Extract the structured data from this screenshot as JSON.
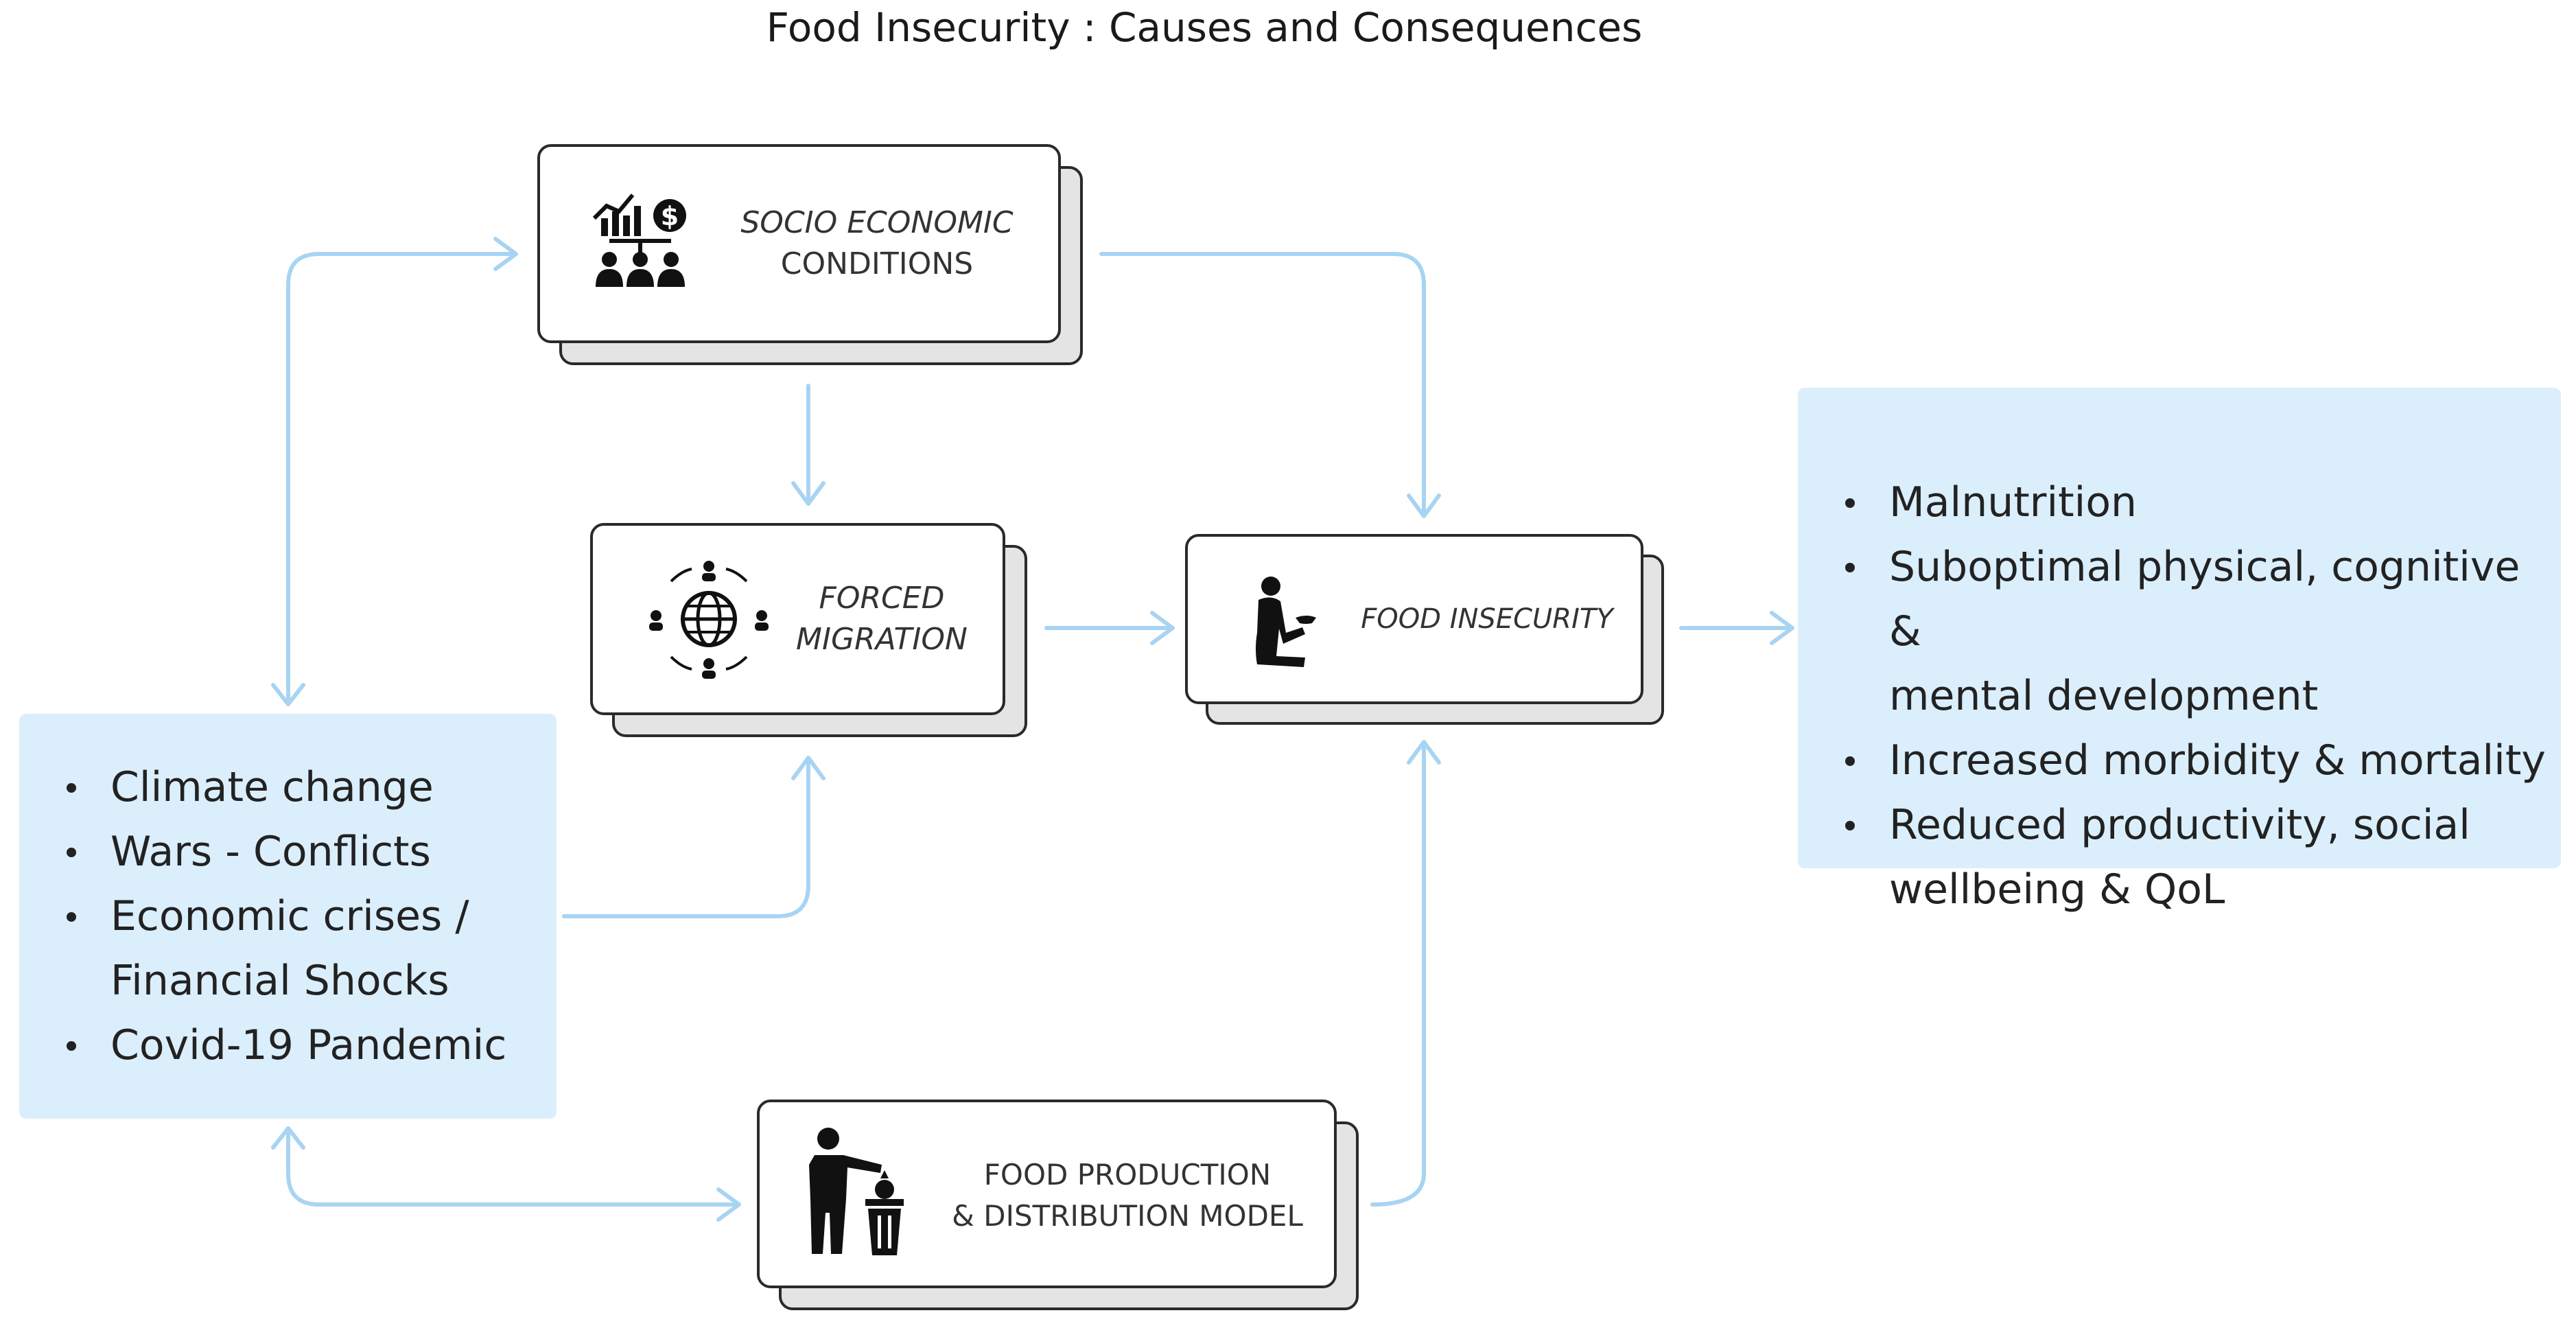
{
  "title": "Food Insecurity : Causes and Consequences",
  "nodes": {
    "socio_economic": {
      "line1": "SOCIO ECONOMIC",
      "line2": "CONDITIONS",
      "icon": "socio-economic-icon"
    },
    "forced_migration": {
      "line1": "FORCED",
      "line2": "MIGRATION",
      "icon": "globe-people-icon"
    },
    "food_insecurity": {
      "line1": "FOOD INSECURITY",
      "icon": "begging-person-icon"
    },
    "food_production": {
      "line1": "FOOD PRODUCTION",
      "line2": "& DISTRIBUTION MODEL",
      "icon": "waste-bin-person-icon"
    }
  },
  "causes": {
    "items": [
      {
        "line1": "Climate change"
      },
      {
        "line1": "Wars - Conflicts"
      },
      {
        "line1": "Economic crises /",
        "line2": "Financial Shocks"
      },
      {
        "line1": "Covid-19 Pandemic"
      }
    ]
  },
  "consequences": {
    "items": [
      {
        "line1": "Malnutrition"
      },
      {
        "line1": "Suboptimal physical, cognitive &",
        "line2": "mental development"
      },
      {
        "line1": "Increased morbidity & mortality"
      },
      {
        "line1": "Reduced productivity, social",
        "line2": "wellbeing & QoL"
      }
    ]
  },
  "colors": {
    "arrow": "#a8d4f2",
    "box_fill": "#dbeefc",
    "card_border": "#2a2a2a",
    "card_shadow": "#e4e4e4"
  }
}
